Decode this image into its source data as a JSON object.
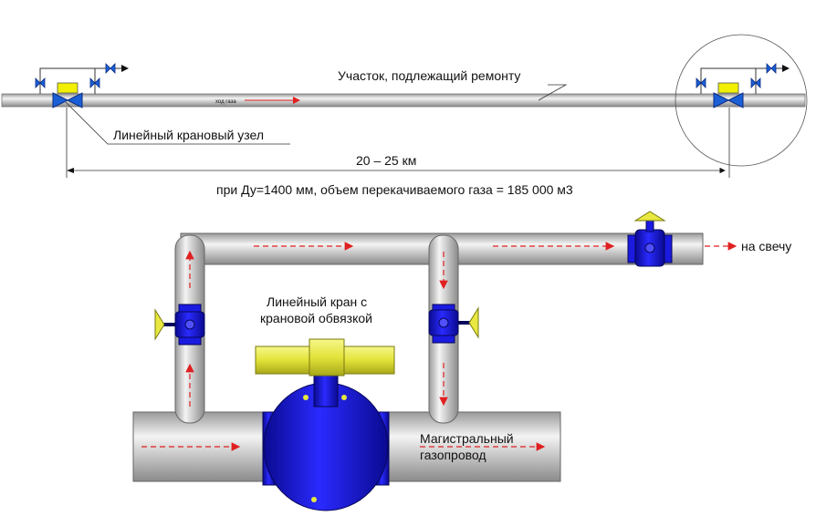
{
  "top": {
    "section_label": "Участок, подлежащий ремонту",
    "flow_label": "ход газа",
    "valve_node_label": "Линейный крановый узел",
    "distance_label": "20 – 25 км",
    "volume_note": "при Ду=1400 мм, объем перекачиваемого газа = 185 000 м3"
  },
  "bottom": {
    "main_valve_label": [
      "Линейный кран с",
      "крановой обвязкой"
    ],
    "vent_label": "на свечу",
    "main_pipeline_label": [
      "Магистральный",
      "газопровод"
    ]
  },
  "colors": {
    "pipe": "#c8c8c8",
    "valve_blue": "#1a1ae0",
    "valve_dark": "#0a0a90",
    "handle_yellow": "#e8e840",
    "flow_arrow": "#e02020"
  }
}
